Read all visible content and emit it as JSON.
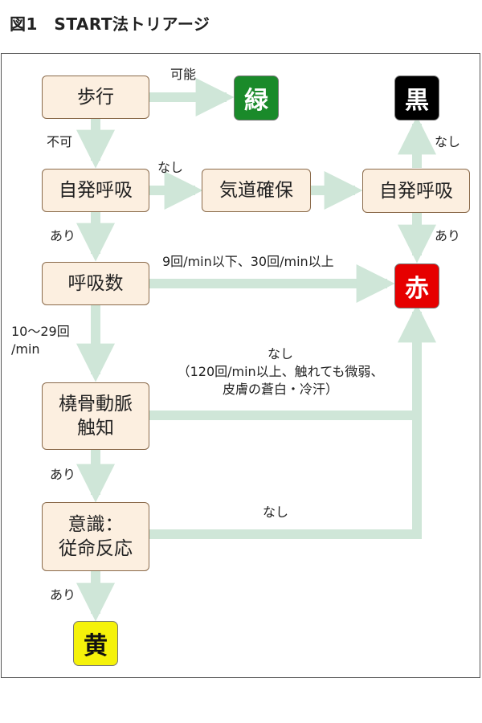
{
  "title": "図1　START法トリアージ",
  "boxes": {
    "walk": "歩行",
    "spont1": "自発呼吸",
    "airway": "気道確保",
    "spont2": "自発呼吸",
    "resp_rate": "呼吸数",
    "radial": "橈骨動脈\n触知",
    "conscious": "意識：\n従命反応"
  },
  "tags": {
    "green": {
      "text": "緑",
      "color": "#1a8a2a",
      "text_color": "#ffffff"
    },
    "black": {
      "text": "黒",
      "color": "#000000",
      "text_color": "#ffffff"
    },
    "red": {
      "text": "赤",
      "color": "#e60000",
      "text_color": "#ffffff"
    },
    "yellow": {
      "text": "黄",
      "color": "#f5f20a",
      "text_color": "#111111"
    }
  },
  "labels": {
    "possible": "可能",
    "impossible": "不可",
    "none_airway": "なし",
    "none_black": "なし",
    "yes_red": "あり",
    "yes_rate": "あり",
    "rate_range": "9回/min以下、30回/min以上",
    "rate_ok": "10～29回\n/min",
    "none_radial": "なし\n（120回/min以上、触れても微弱、\n皮膚の蒼白・冷汗）",
    "yes_conscious": "あり",
    "none_conscious": "なし",
    "yes_yellow": "あり"
  },
  "colors": {
    "arrow": "#cfe6d8",
    "box_fill": "#fcefe0",
    "box_border": "#8a6a4a"
  }
}
